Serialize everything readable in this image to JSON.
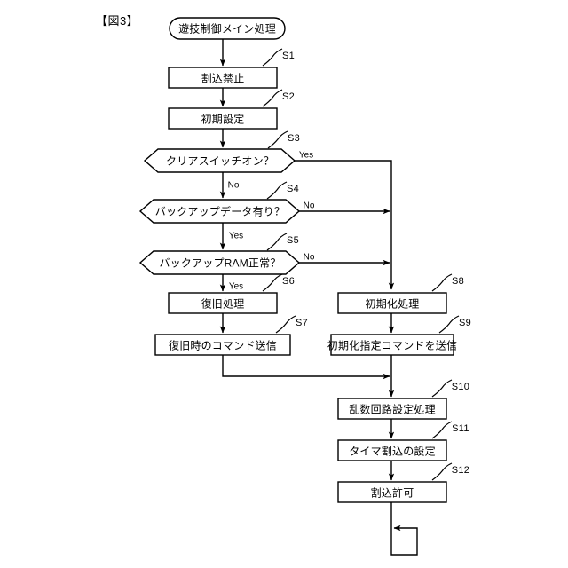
{
  "figure": {
    "label": "【図3】"
  },
  "diagram_type": "flowchart",
  "start_node": {
    "id": "start",
    "shape": "rounded-terminal",
    "text": "遊技制御メイン処理"
  },
  "nodes": [
    {
      "id": "S1",
      "step": "S1",
      "shape": "process",
      "text": "割込禁止"
    },
    {
      "id": "S2",
      "step": "S2",
      "shape": "process",
      "text": "初期設定"
    },
    {
      "id": "S3",
      "step": "S3",
      "shape": "decision",
      "text": "クリアスイッチオン？",
      "yes": "Yes",
      "no": "No"
    },
    {
      "id": "S4",
      "step": "S4",
      "shape": "decision",
      "text": "バックアップデータ有り？",
      "yes": "Yes",
      "no": "No"
    },
    {
      "id": "S5",
      "step": "S5",
      "shape": "decision",
      "text": "バックアップRAM正常？",
      "yes": "Yes",
      "no": "No"
    },
    {
      "id": "S6",
      "step": "S6",
      "shape": "process",
      "text": "復旧処理"
    },
    {
      "id": "S7",
      "step": "S7",
      "shape": "process",
      "text": "復旧時のコマンド送信"
    },
    {
      "id": "S8",
      "step": "S8",
      "shape": "process",
      "text": "初期化処理"
    },
    {
      "id": "S9",
      "step": "S9",
      "shape": "process",
      "text": "初期化指定コマンドを送信"
    },
    {
      "id": "S10",
      "step": "S10",
      "shape": "process",
      "text": "乱数回路設定処理"
    },
    {
      "id": "S11",
      "step": "S11",
      "shape": "process",
      "text": "タイマ割込の設定"
    },
    {
      "id": "S12",
      "step": "S12",
      "shape": "process",
      "text": "割込許可"
    }
  ],
  "branch_labels": {
    "s3_yes": "Yes",
    "s3_no": "No",
    "s4_no": "No",
    "s4_yes": "Yes",
    "s5_no": "No",
    "s5_yes": "Yes"
  },
  "colors": {
    "stroke": "#000000",
    "background": "#ffffff",
    "text": "#000000"
  },
  "edges": [
    {
      "from": "start",
      "to": "S1",
      "label": ""
    },
    {
      "from": "S1",
      "to": "S2",
      "label": ""
    },
    {
      "from": "S2",
      "to": "S3",
      "label": ""
    },
    {
      "from": "S3",
      "to": "S4",
      "label": "No"
    },
    {
      "from": "S3",
      "to": "S8",
      "label": "Yes"
    },
    {
      "from": "S4",
      "to": "S5",
      "label": "Yes"
    },
    {
      "from": "S4",
      "to": "S8",
      "label": "No"
    },
    {
      "from": "S5",
      "to": "S6",
      "label": "Yes"
    },
    {
      "from": "S5",
      "to": "S8",
      "label": "No"
    },
    {
      "from": "S6",
      "to": "S7",
      "label": ""
    },
    {
      "from": "S7",
      "to": "S10",
      "label": ""
    },
    {
      "from": "S8",
      "to": "S9",
      "label": ""
    },
    {
      "from": "S9",
      "to": "S10",
      "label": ""
    },
    {
      "from": "S10",
      "to": "S11",
      "label": ""
    },
    {
      "from": "S11",
      "to": "S12",
      "label": ""
    },
    {
      "from": "S12",
      "to": "S12",
      "label": "loop"
    }
  ]
}
